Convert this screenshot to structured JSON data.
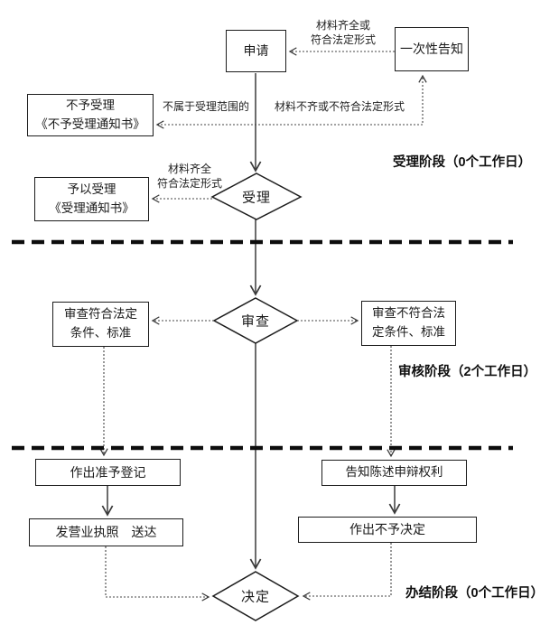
{
  "nodes": {
    "apply": {
      "label": "申请"
    },
    "one_time_notice": {
      "label": "一次性告知"
    },
    "not_accepted": {
      "label": "不予受理\n《不予受理通知书》"
    },
    "accepted": {
      "label": "予以受理\n《受理通知书》"
    },
    "accept_diamond": {
      "label": "受理"
    },
    "review_diamond": {
      "label": "审查"
    },
    "review_pass": {
      "label": "审查符合法定\n条件、标准"
    },
    "review_fail": {
      "label": "审查不符合法\n定条件、标准"
    },
    "grant_registration": {
      "label": "作出准予登记"
    },
    "issue_license": {
      "label": "发营业执照　送达"
    },
    "notify_rights": {
      "label": "告知陈述申辩权利"
    },
    "deny_decision": {
      "label": "作出不予决定"
    },
    "decision_diamond": {
      "label": "决定"
    }
  },
  "edge_labels": {
    "complete_or_legal": "材料齐全或\n符合法定形式",
    "not_in_scope": "不属于受理范围的",
    "incomplete_or_illegal": "材料不齐或不符合法定形式",
    "complete_legal": "材料齐全\n符合法定形式"
  },
  "stage_labels": {
    "accept_stage": "受理阶段（0个工作日）",
    "review_stage": "审核阶段（2个工作日）",
    "final_stage": "办结阶段（0个工作日）"
  },
  "colors": {
    "line": "#3a3a3a",
    "divider": "#0d0d0d",
    "text": "#1a1a1a",
    "box_background": "#ffffff"
  }
}
